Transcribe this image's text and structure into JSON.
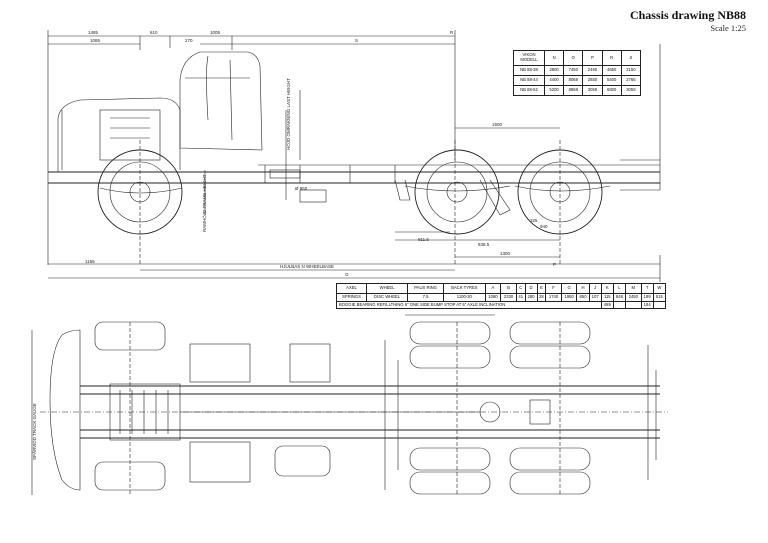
{
  "header": {
    "title": "Chassis drawing NB88",
    "scale": "Scale 1:25"
  },
  "model_table": {
    "headers": [
      "VIKON MODELL",
      "N",
      "O",
      "P",
      "R",
      "S"
    ],
    "rows": [
      [
        "NB 88-38",
        "3800",
        "7450",
        "2460",
        "4650",
        "2150"
      ],
      [
        "NB 88-44",
        "4400",
        "8068",
        "2650",
        "5400",
        "2765"
      ],
      [
        "NB 88-52",
        "5200",
        "8868",
        "3059",
        "6800",
        "3059"
      ]
    ]
  },
  "spec_table": {
    "headers": [
      "AXEL",
      "WHEEL",
      "PAUS RING",
      "BACK TYRES",
      "A",
      "B",
      "C",
      "D",
      "E",
      "F",
      "G",
      "H",
      "J",
      "K",
      "L",
      "M",
      "T",
      "W"
    ],
    "row1": [
      "SPRINGS",
      "DISC WHEEL",
      "7.5",
      "1100-20",
      "1080",
      "2330",
      "41",
      "280",
      "28",
      "1740",
      "1950",
      "850",
      "107",
      "115",
      "848",
      "2450",
      "199",
      "515"
    ],
    "k_sub": "489",
    "t_sub": "184",
    "note": "BOGGIE BEARING REFILLTHING 6\" ONE SIDE BUMP STOP AT 5\" AXLE INCLINATION"
  },
  "dimensions": {
    "top": [
      "1485",
      "1065",
      "610",
      "270",
      "1005",
      "S",
      "R"
    ],
    "bottom_left": "1155",
    "wheelbase": "HJULBAS N WHEELBASE",
    "overall": "O",
    "rear_1300": "1300",
    "rear_p": "P",
    "rear_1500": "1500",
    "dim_811": "811.5",
    "dim_838": "838.5",
    "dim_850": "Ø 850",
    "dim_325": "325",
    "dim_940": "940"
  },
  "labels": {
    "cab_height": "HOJD OMRAKNING LAST HEIGHT",
    "frame_height": "RAMHÖJD FRAME HEIGHT",
    "axle_dim": "SPÅRVIDD TRACK GAUGE"
  }
}
